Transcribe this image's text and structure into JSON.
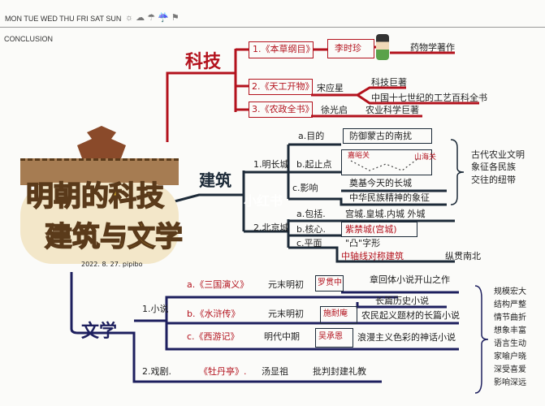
{
  "header": {
    "weekdays": "MON TUE WED THU FRI SAT SUN",
    "weather_icons": [
      "sun-icon",
      "cloud-icon",
      "rain-icon",
      "umbrella-icon",
      "wind-icon"
    ],
    "conclusion": "CONCLUSION"
  },
  "center": {
    "title1": "明朝的科技",
    "title2": "建筑与文学",
    "signature": "2022. 8. 27. pipibo"
  },
  "watermark": "小红书",
  "tech": {
    "title": "科技",
    "items": [
      {
        "book": "1.《本草纲目》",
        "author": "李时珍",
        "note": "药物学著作"
      },
      {
        "book": "2.《天工开物》",
        "author": "宋应星",
        "note": "科技巨著",
        "note2": "中国十七世纪的工艺百科全书"
      },
      {
        "book": "3.《农政全书》",
        "author": "徐光启",
        "note": "农业科学巨著"
      }
    ]
  },
  "arch": {
    "title": "建筑",
    "wall": {
      "label": "1.明长城",
      "a": "a.目的",
      "a_val": "防御蒙古的南扰",
      "b": "b.起止点",
      "b_start": "嘉峪关",
      "b_end": "山海关",
      "c": "c.影响",
      "c_val1": "奠基今天的长城",
      "c_val2": "中华民族精神的象征",
      "summary": [
        "古代农业文明",
        "象征各民族",
        "交往的纽带"
      ]
    },
    "beijing": {
      "label": "2.北京城",
      "a": "a.包括.",
      "a_val": "宫城.皇城.内城 外城",
      "b": "b.核心.",
      "b_val": "紫禁城(宫城)",
      "c": "c.平面",
      "c_val": "\"凸\"字形",
      "c_val2": "中轴线对称建筑",
      "c_val3": "纵贯南北"
    }
  },
  "lit": {
    "title": "文学",
    "novel": {
      "label": "1.小说",
      "items": [
        {
          "book": "a.《三国演义》",
          "era": "元末明初",
          "author": "罗贯中",
          "note": "章回体小说开山之作",
          "note2": "长篇历史小说"
        },
        {
          "book": "b.《水浒传》",
          "era": "元末明初",
          "author": "施耐庵",
          "note": "农民起义题材的长篇小说"
        },
        {
          "book": "c.《西游记》",
          "era": "明代中期",
          "author": "吴承恩",
          "note": "浪漫主义色彩的神话小说"
        }
      ]
    },
    "drama": {
      "label": "2.戏剧.",
      "book": "《牡丹亭》.",
      "author": "汤显祖",
      "note": "批判封建礼教"
    },
    "summary": [
      "规模宏大",
      "结构严整",
      "情节曲折",
      "想象丰富",
      "语言生动",
      "家喻户晓",
      "深受喜爱",
      "影响深远"
    ]
  },
  "colors": {
    "tech": "#b3121d",
    "arch": "#1c2a38",
    "lit": "#1d1f5e",
    "title_fill": "#f2c62f"
  }
}
